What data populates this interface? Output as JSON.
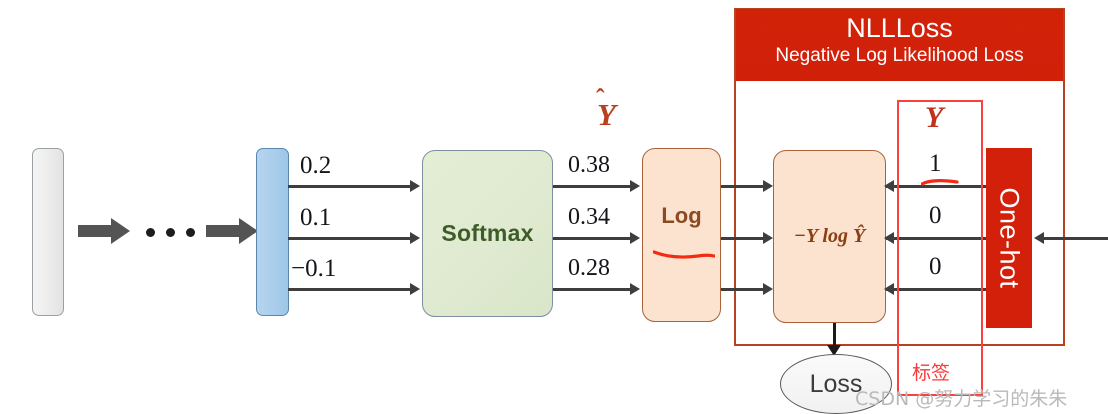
{
  "diagram": {
    "title": "NLLLoss computation pipeline",
    "nllloss": {
      "title": "NLLLoss",
      "subtitle": "Negative Log Likelihood Loss"
    },
    "blocks": {
      "softmax": "Softmax",
      "log": "Log",
      "nll": "−Y log Ŷ",
      "onehot": "One-hot",
      "loss": "Loss"
    },
    "labels": {
      "y_hat": "Y",
      "y_hat_accent": "ˆ",
      "y_true": "Y",
      "annotation_cn": "标签",
      "ellipsis": "..."
    },
    "logits": [
      "0.2",
      "0.1",
      "−0.1"
    ],
    "probabilities": [
      "0.38",
      "0.34",
      "0.28"
    ],
    "onehot_values": [
      "1",
      "0",
      "0"
    ],
    "colors": {
      "nll_red": "#d2200a",
      "frame_red": "#b8421f",
      "bright_red": "#fc4040",
      "softmax_green": "#dfead0",
      "log_peach": "#fce3cf",
      "logits_blue": "#b6d4ef",
      "arrow_gray": "#545454"
    },
    "watermark": "CSDN @努力学习的朱朱"
  }
}
